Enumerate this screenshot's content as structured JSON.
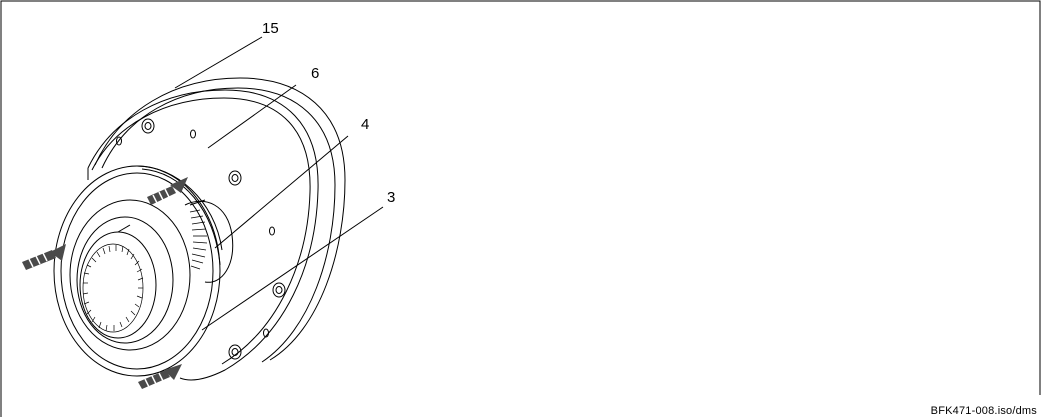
{
  "callouts": {
    "c15": "15",
    "c6": "6",
    "c4": "4",
    "c3": "3"
  },
  "drawing_reference": "BFK471-008.iso/dms",
  "colors": {
    "line": "#000000",
    "arrow": "#4a4a4a",
    "background": "#ffffff"
  }
}
